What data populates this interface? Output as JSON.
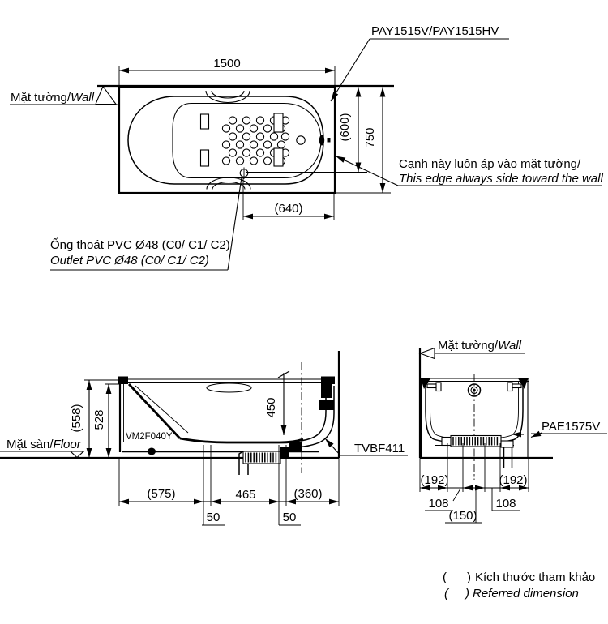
{
  "colors": {
    "line": "#000000",
    "background": "#ffffff"
  },
  "product": {
    "model": "PAY1515V/PAY1515HV",
    "apron_model": "PAE1575V",
    "waste_model": "TVBF411",
    "part_code": "VM2F040Y"
  },
  "labels": {
    "wall_vi": "Mặt tường/",
    "wall_en": "Wall",
    "floor_vi": "Mặt sàn/",
    "floor_en": "Floor",
    "edge_note_vi": "Cạnh này luôn áp vào mặt tường/",
    "edge_note_en": "This edge always side toward the wall",
    "outlet_vi": "Ống thoát PVC Ø48 (C0/ C1/ C2)",
    "outlet_en": "Outlet PVC Ø48 (C0/ C1/ C2)",
    "paren_open": "(",
    "paren_close": ")",
    "note_vi": "Kích thước tham khảo",
    "note_en": "Referred dimension"
  },
  "dimensions": {
    "top_length": "1500",
    "top_width": "750",
    "top_width_ref": "(600)",
    "top_drain_ref": "(640)",
    "side_height_ref": "(558)",
    "side_height": "528",
    "side_depth": "450",
    "side_seg1_ref": "(575)",
    "side_seg2": "465",
    "side_seg3_ref": "(360)",
    "side_gap1": "50",
    "side_gap2": "50",
    "end_left_ref": "(192)",
    "end_right_ref": "(192)",
    "end_off1": "108",
    "end_off2": "108",
    "end_center_ref": "(150)"
  }
}
